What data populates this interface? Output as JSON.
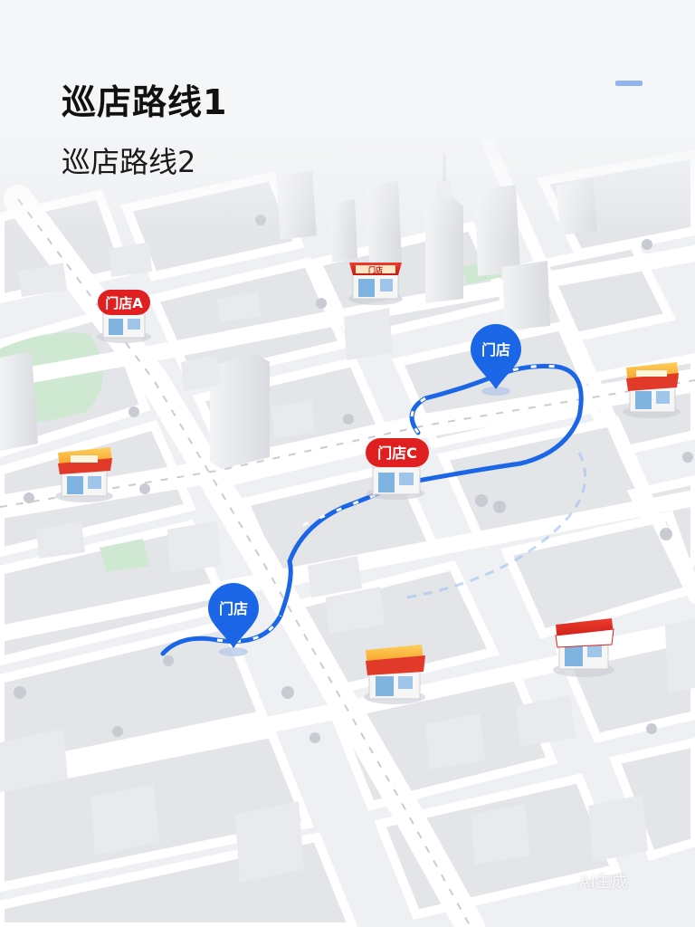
{
  "header": {
    "title_primary": "巡店路线1",
    "title_secondary": "巡店路线2"
  },
  "markers": {
    "store_a": "门店A",
    "store_c": "门店C",
    "store_top_center": "门店",
    "pin_upper": "门店",
    "pin_lower": "门店"
  },
  "watermark": "AI生成",
  "colors": {
    "route_blue": "#1a66e6",
    "store_red": "#e02020",
    "pin_blue": "#1a66e6",
    "accent": "#8fb4f0"
  }
}
